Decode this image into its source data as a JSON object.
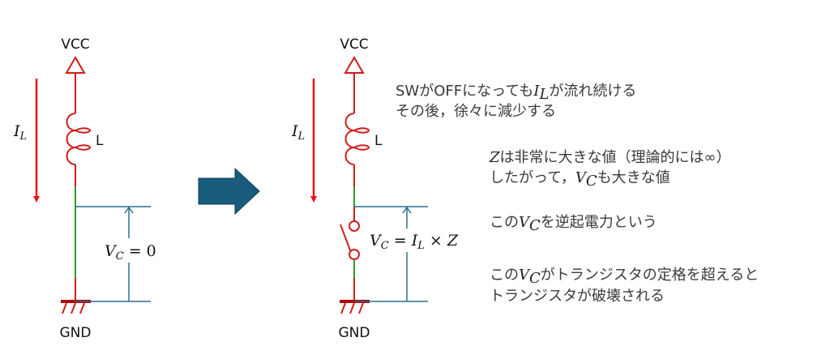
{
  "colors": {
    "wire": "#d01c1c",
    "segment": "#2e9a2e",
    "measure": "#2a6f8f",
    "current_arrow": "#ee1111",
    "transition_arrow": "#175c7c",
    "ground_bar": "#b00000"
  },
  "left_circuit": {
    "vcc": "VCC",
    "gnd": "GND",
    "inductor": "L",
    "current": {
      "main": "I",
      "sub": "L"
    },
    "voltage": {
      "main": "V",
      "sub": "C",
      "rest": " = 0"
    }
  },
  "right_circuit": {
    "vcc": "VCC",
    "gnd": "GND",
    "inductor": "L",
    "current": {
      "main": "I",
      "sub": "L"
    },
    "voltage": {
      "v": "V",
      "vsub": "C",
      "eq": " = ",
      "i": "I",
      "isub": "L",
      "times": " × ",
      "z": "Z"
    }
  },
  "notes": {
    "line1": {
      "a": "SWがOFFになっても",
      "i": "I",
      "isub": "L",
      "b": "が流れ続ける"
    },
    "line2": "その後，徐々に減少する",
    "line3": {
      "z": "Z",
      "a": "は非常に大きな値（理論的には∞）"
    },
    "line4": {
      "a": "したがって，",
      "v": "V",
      "vsub": "C",
      "b": "も大きな値"
    },
    "line5": {
      "a": "この",
      "v": "V",
      "vsub": "C",
      "b": "を逆起電力という"
    },
    "line6": {
      "a": "この",
      "v": "V",
      "vsub": "C",
      "b": "がトランジスタの定格を超えると"
    },
    "line7": "トランジスタが破壊される"
  }
}
